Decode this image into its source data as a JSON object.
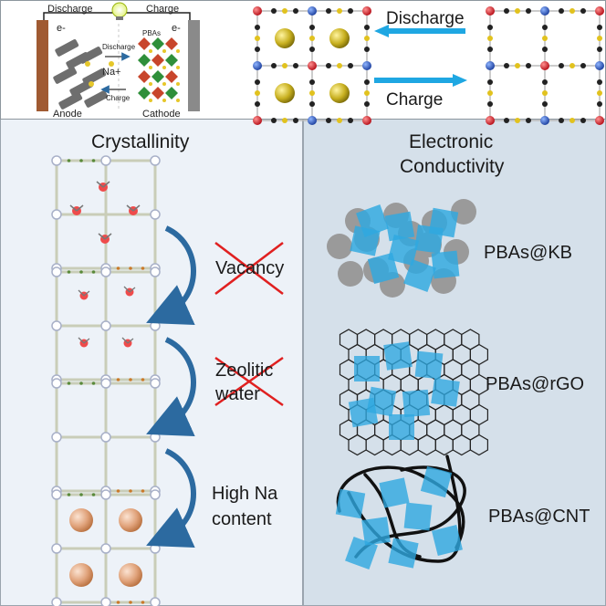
{
  "battery": {
    "discharge_label": "Discharge",
    "charge_label": "Charge",
    "electron_left": "e-",
    "electron_right": "e-",
    "pbas_label": "PBAs",
    "inner_discharge": "Discharge",
    "inner_charge": "Charge",
    "ion_label": "Na+",
    "anode_label": "Anode",
    "cathode_label": "Cathode"
  },
  "lattice": {
    "discharge_label": "Discharge",
    "charge_label": "Charge"
  },
  "left_panel": {
    "title": "Crystallinity",
    "steps": [
      {
        "text": "Vacancy",
        "crossed": true
      },
      {
        "text": "Zeolitic water",
        "crossed": true
      },
      {
        "text": "High Na content",
        "crossed": false
      }
    ]
  },
  "right_panel": {
    "title_line1": "Electronic",
    "title_line2": "Conductivity",
    "composites": [
      "PBAs@KB",
      "PBAs@rGO",
      "PBAs@CNT"
    ]
  },
  "colors": {
    "arrow_blue": "#1fa7e2",
    "curve_arrow": "#2c6aa0",
    "cross_red": "#e02020",
    "cube_blue": "#2ea8e0",
    "carbon_grey": "#9a9a9a",
    "sodium_orange": "#d99a72"
  }
}
